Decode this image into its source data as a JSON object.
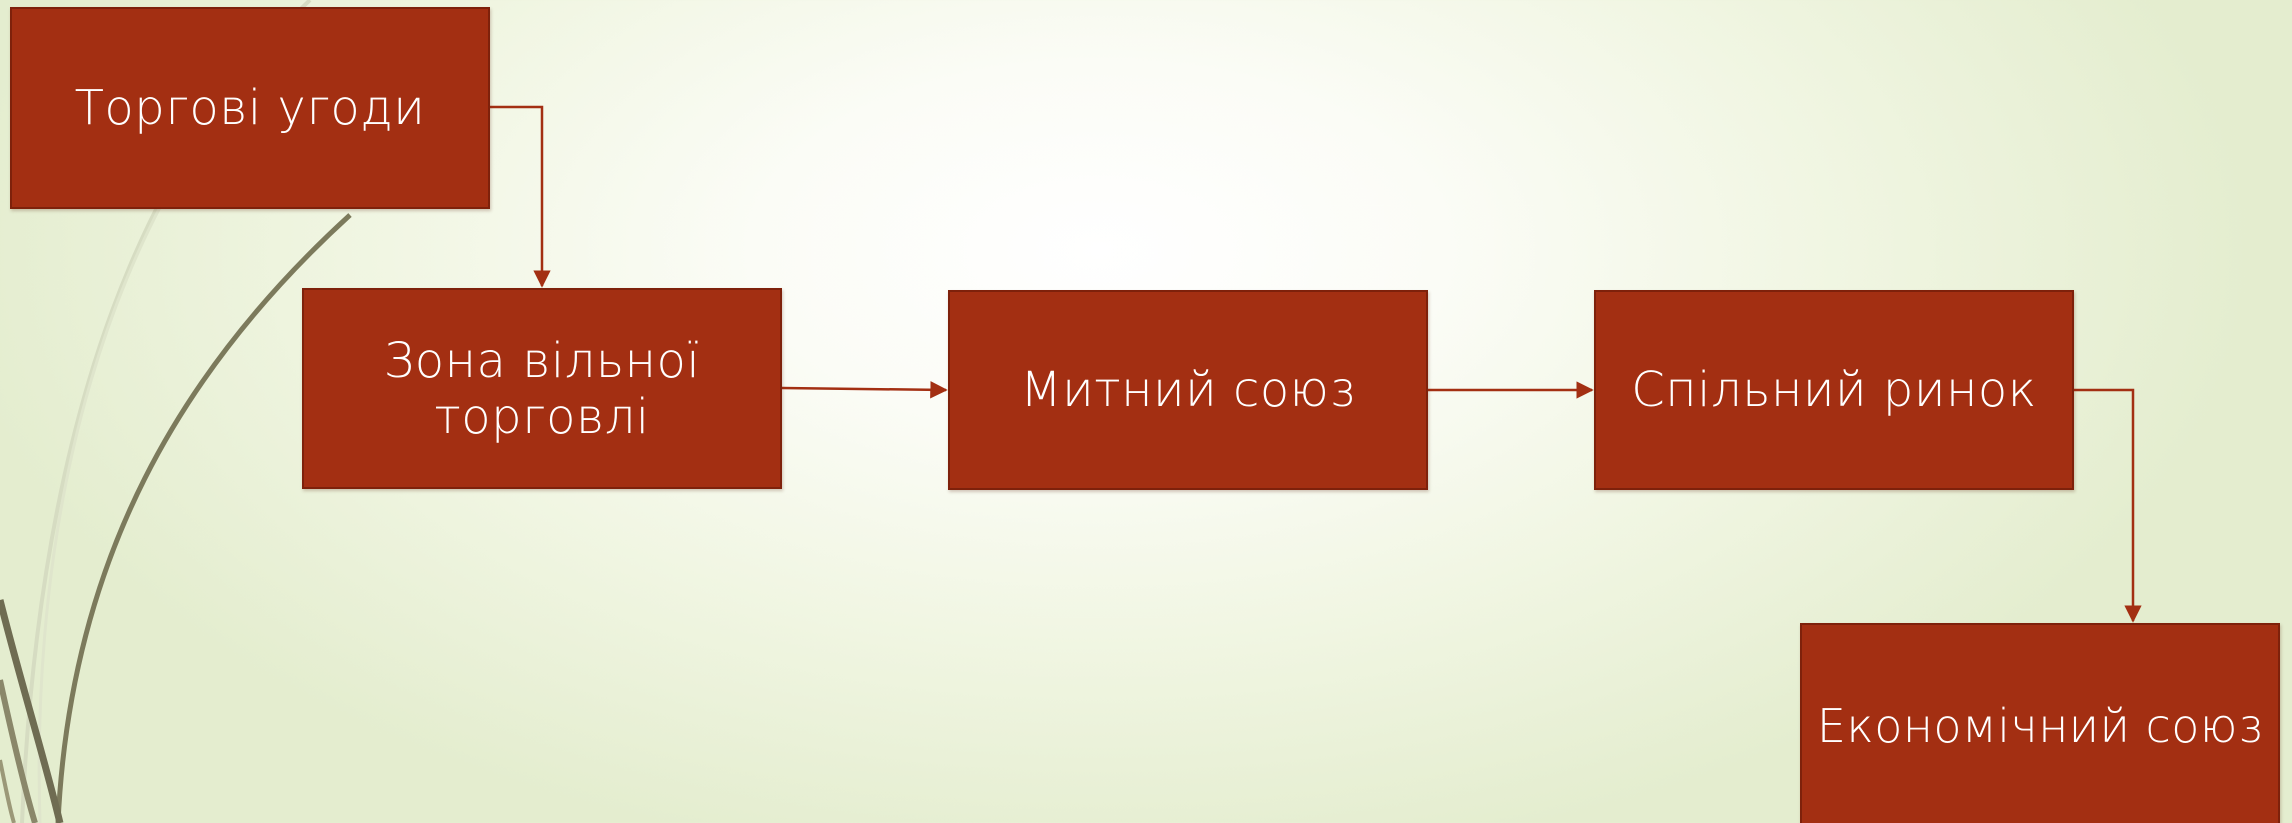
{
  "diagram": {
    "nodes": [
      {
        "id": "n1",
        "label": "Торгові угоди"
      },
      {
        "id": "n2",
        "label": "Зона вільної торговлі"
      },
      {
        "id": "n3",
        "label": "Митний союз"
      },
      {
        "id": "n4",
        "label": "Спільний ринок"
      },
      {
        "id": "n5",
        "label": "Економічний союз"
      }
    ],
    "edges": [
      {
        "from": "n1",
        "to": "n2"
      },
      {
        "from": "n2",
        "to": "n3"
      },
      {
        "from": "n3",
        "to": "n4"
      },
      {
        "from": "n4",
        "to": "n5"
      }
    ]
  },
  "colors": {
    "node_fill": "#a32f12",
    "node_border": "#7e210b",
    "connector": "#a32f12",
    "background": "#eef4dd"
  }
}
